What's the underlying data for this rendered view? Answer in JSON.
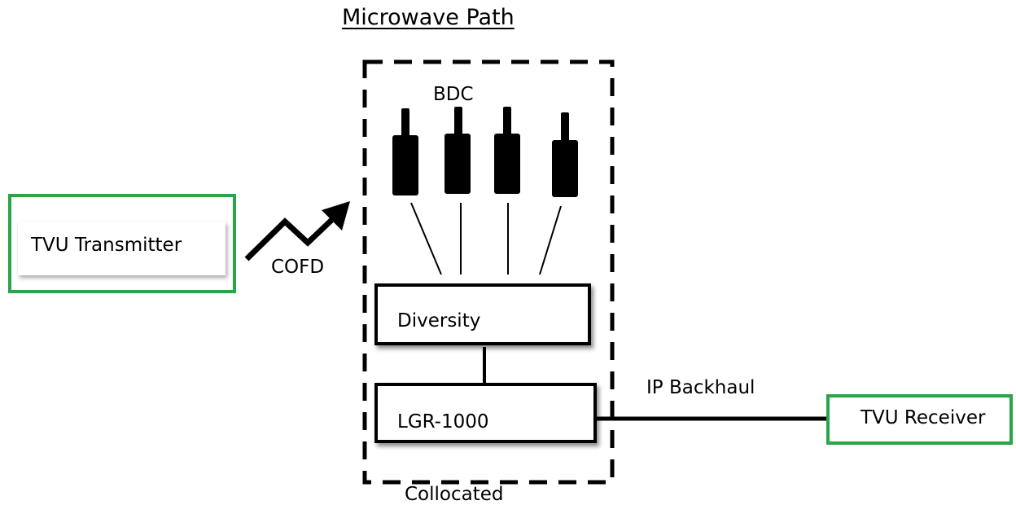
{
  "diagram": {
    "title": "Microwave Path",
    "collocated_group": {
      "label": "Collocated",
      "bdc_label": "BDC",
      "antenna_count": 4,
      "diversity_label": "Diversity",
      "lgr_label": "LGR-1000"
    },
    "transmitter": {
      "label": "TVU Transmitter"
    },
    "receiver": {
      "label": "TVU Receiver"
    },
    "links": {
      "cofd_label": "COFD",
      "backhaul_label": "IP Backhaul"
    },
    "colors": {
      "endpoint_border": "#2aa54a",
      "line": "#000000",
      "background": "#ffffff"
    }
  }
}
